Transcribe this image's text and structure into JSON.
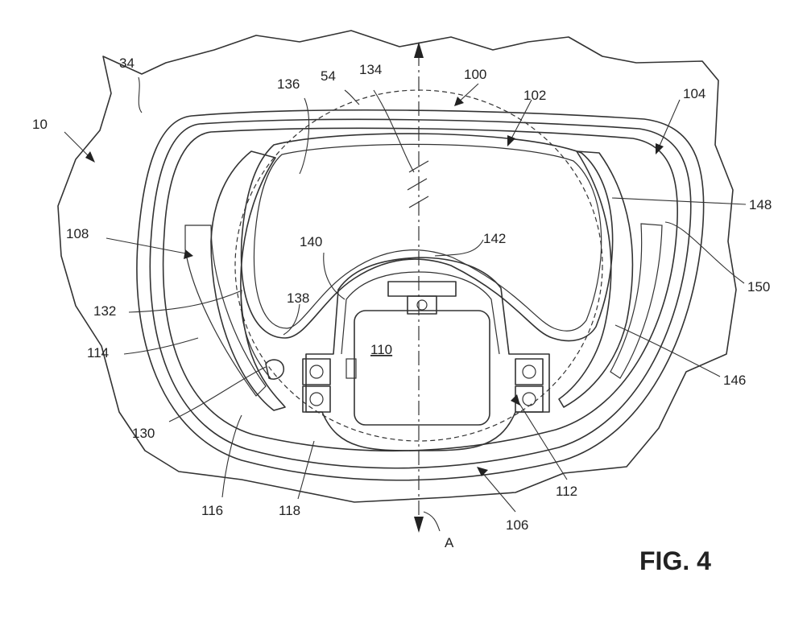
{
  "figure": {
    "caption": "FIG. 4",
    "labels": {
      "r10": "10",
      "r34": "34",
      "r54": "54",
      "r100": "100",
      "r102": "102",
      "r104": "104",
      "r106": "106",
      "r108": "108",
      "r110": "110",
      "r112": "112",
      "r114": "114",
      "r116": "116",
      "r118": "118",
      "r130": "130",
      "r132": "132",
      "r134": "134",
      "r136": "136",
      "r138": "138",
      "r140": "140",
      "r142": "142",
      "r146": "146",
      "r148": "148",
      "r150": "150",
      "axis": "A"
    }
  }
}
